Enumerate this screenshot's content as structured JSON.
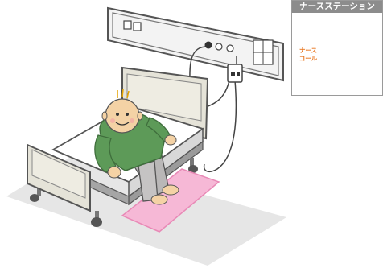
{
  "station": {
    "title": "ナースステーション",
    "nurse_call_line1": "ナース",
    "nurse_call_line2": "コール"
  },
  "icons": [
    "music-note-icon",
    "nurse-icon",
    "patient-icon",
    "bed-icon",
    "wall-panel-icon",
    "floor-mat-sensor-icon"
  ],
  "colors": {
    "mat": "#f6b8d6",
    "mat_border": "#e889b6",
    "shirt": "#5d9a58",
    "station_header": "#8c8c8c",
    "nurse_call_text": "#e8731a"
  }
}
